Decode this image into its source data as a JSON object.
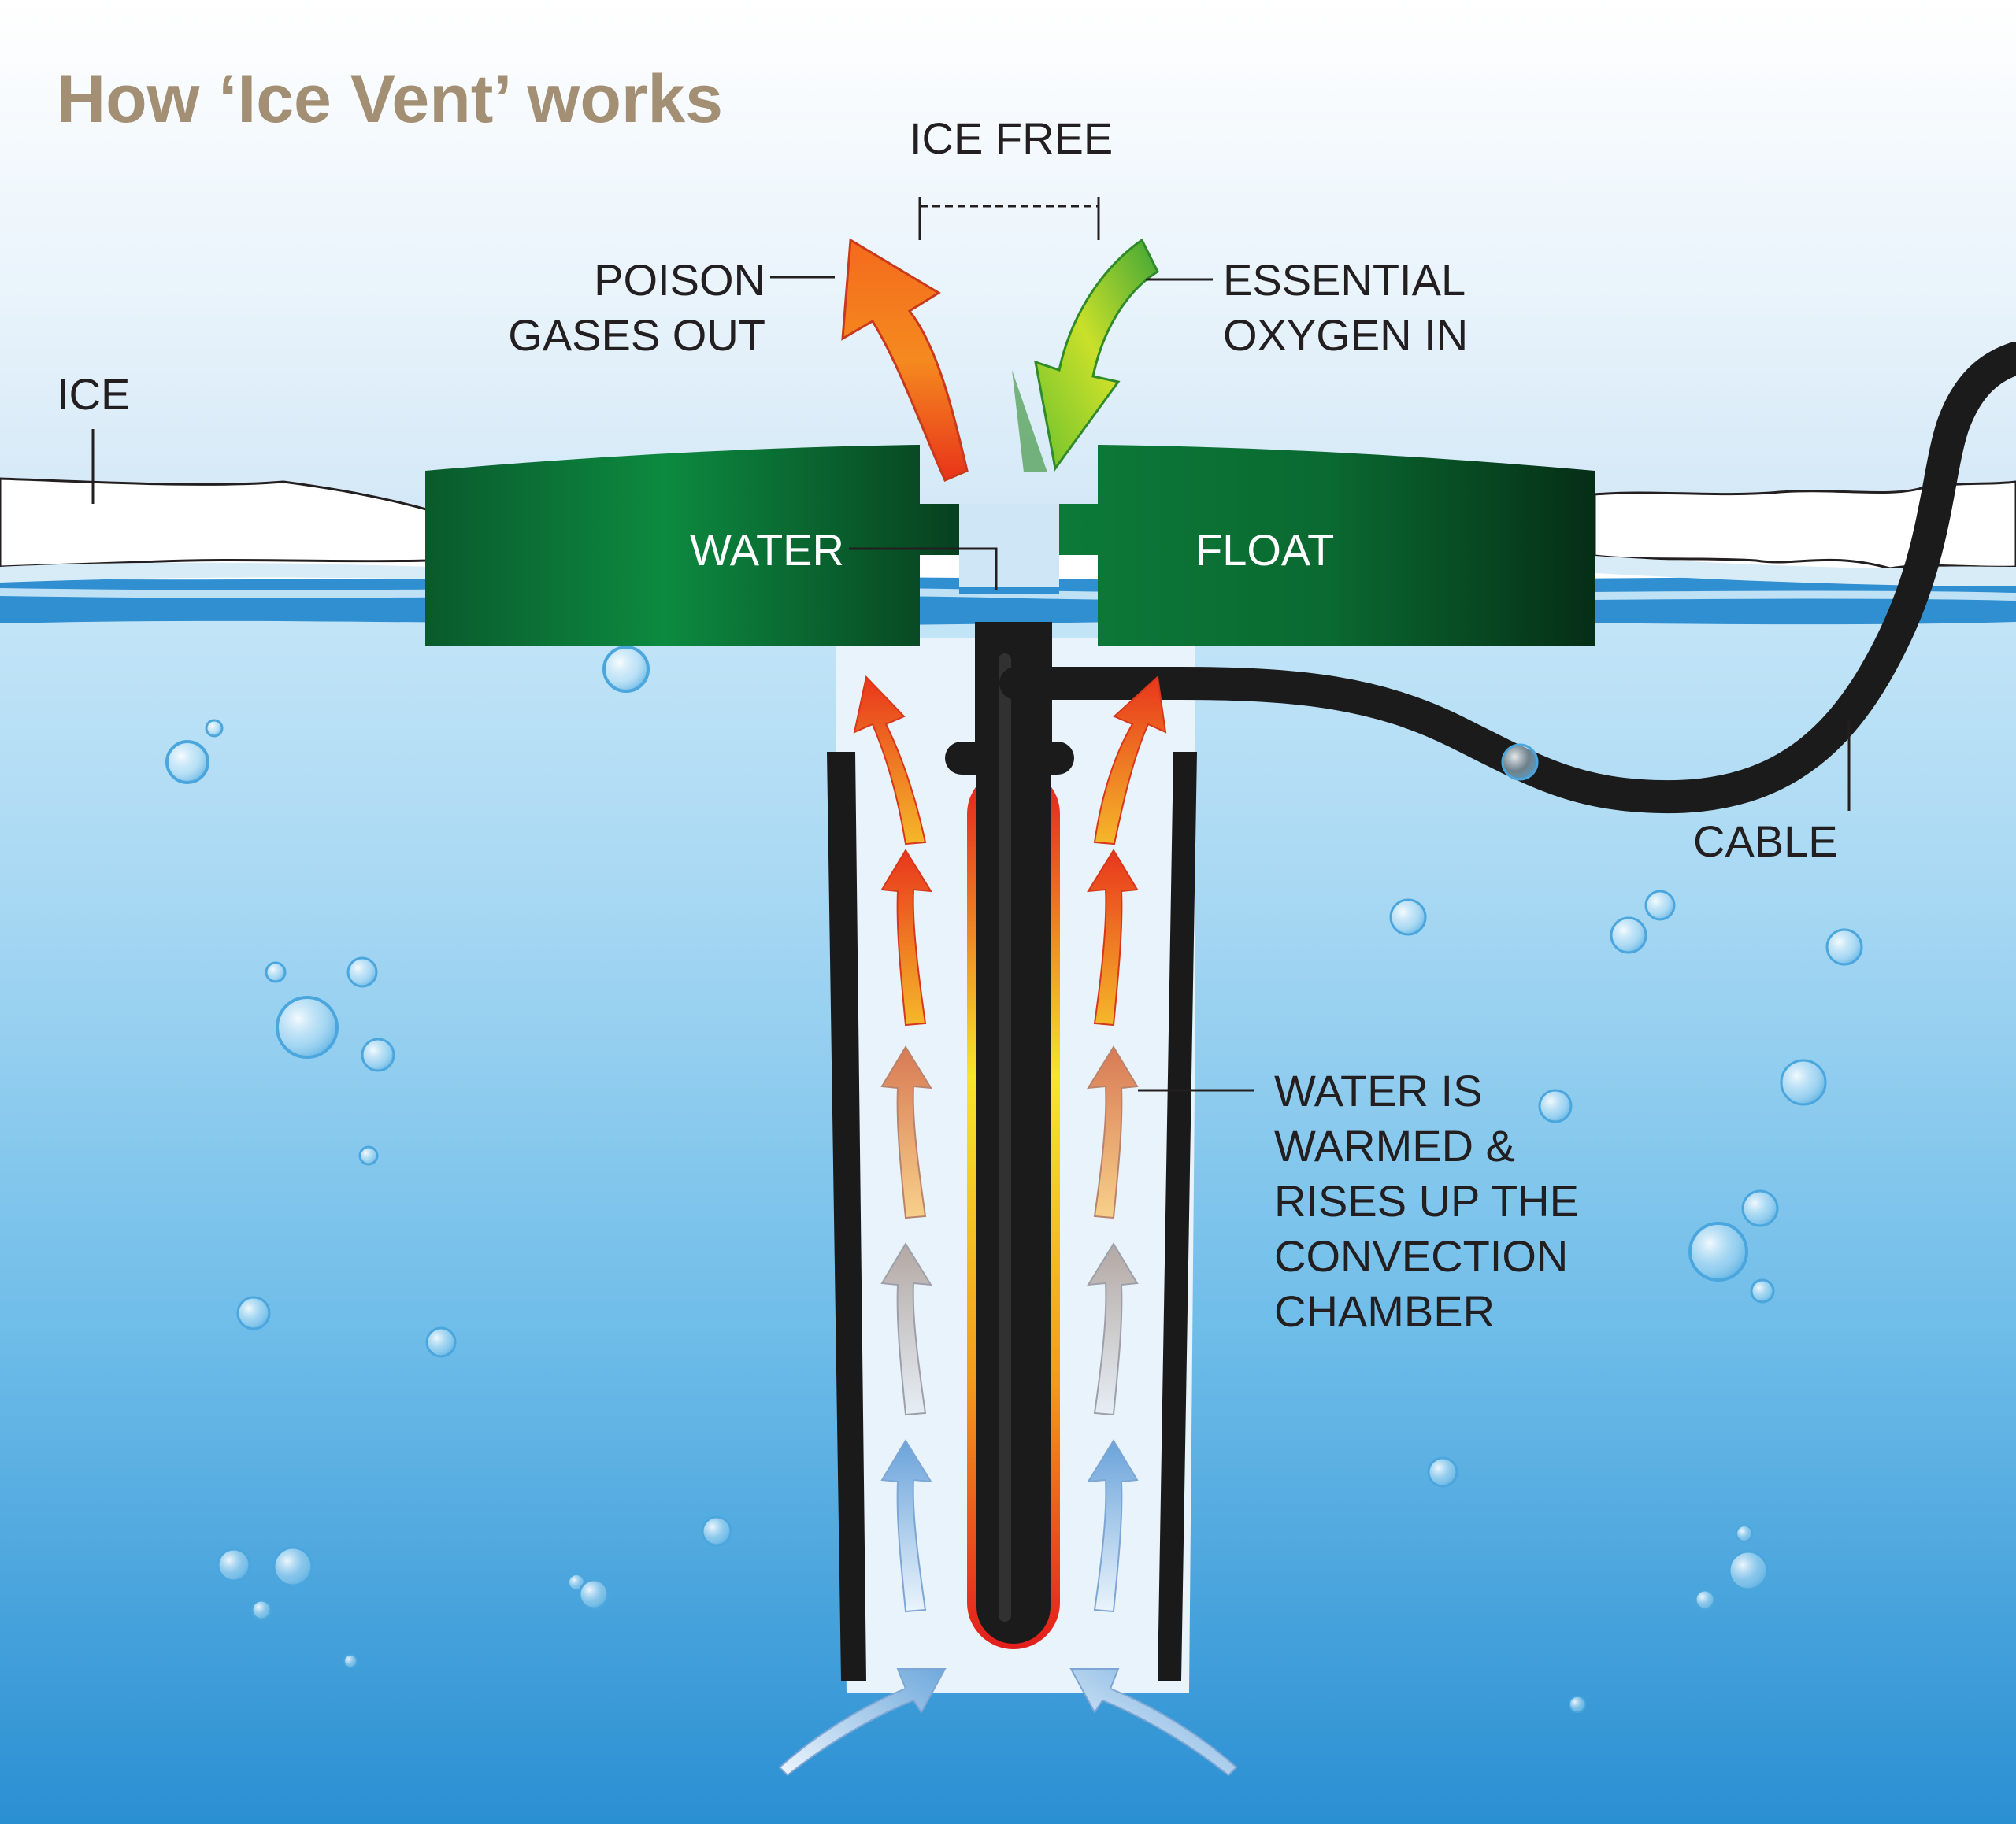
{
  "title": "How ‘Ice Vent’ works",
  "labels": {
    "ice": "ICE",
    "ice_free": "ICE FREE",
    "poison_line1": "POISON",
    "poison_line2": "GASES OUT",
    "oxygen_line1": "ESSENTIAL",
    "oxygen_line2": "OXYGEN IN",
    "water": "WATER",
    "float": "FLOAT",
    "cable": "CABLE",
    "warm_line1": "WATER IS",
    "warm_line2": "WARMED &",
    "warm_line3": "RISES UP THE",
    "warm_line4": "CONVECTION",
    "warm_line5": "CHAMBER"
  },
  "colors": {
    "title": "#a38f73",
    "float_green": "#0b6b35",
    "water_surface": "#2f8fd0",
    "deep_water": "#1f86cf",
    "heater_glow": "#f7e62a",
    "gas_arrow": "#f25a1f",
    "oxygen_arrow": "#7cc62a"
  }
}
